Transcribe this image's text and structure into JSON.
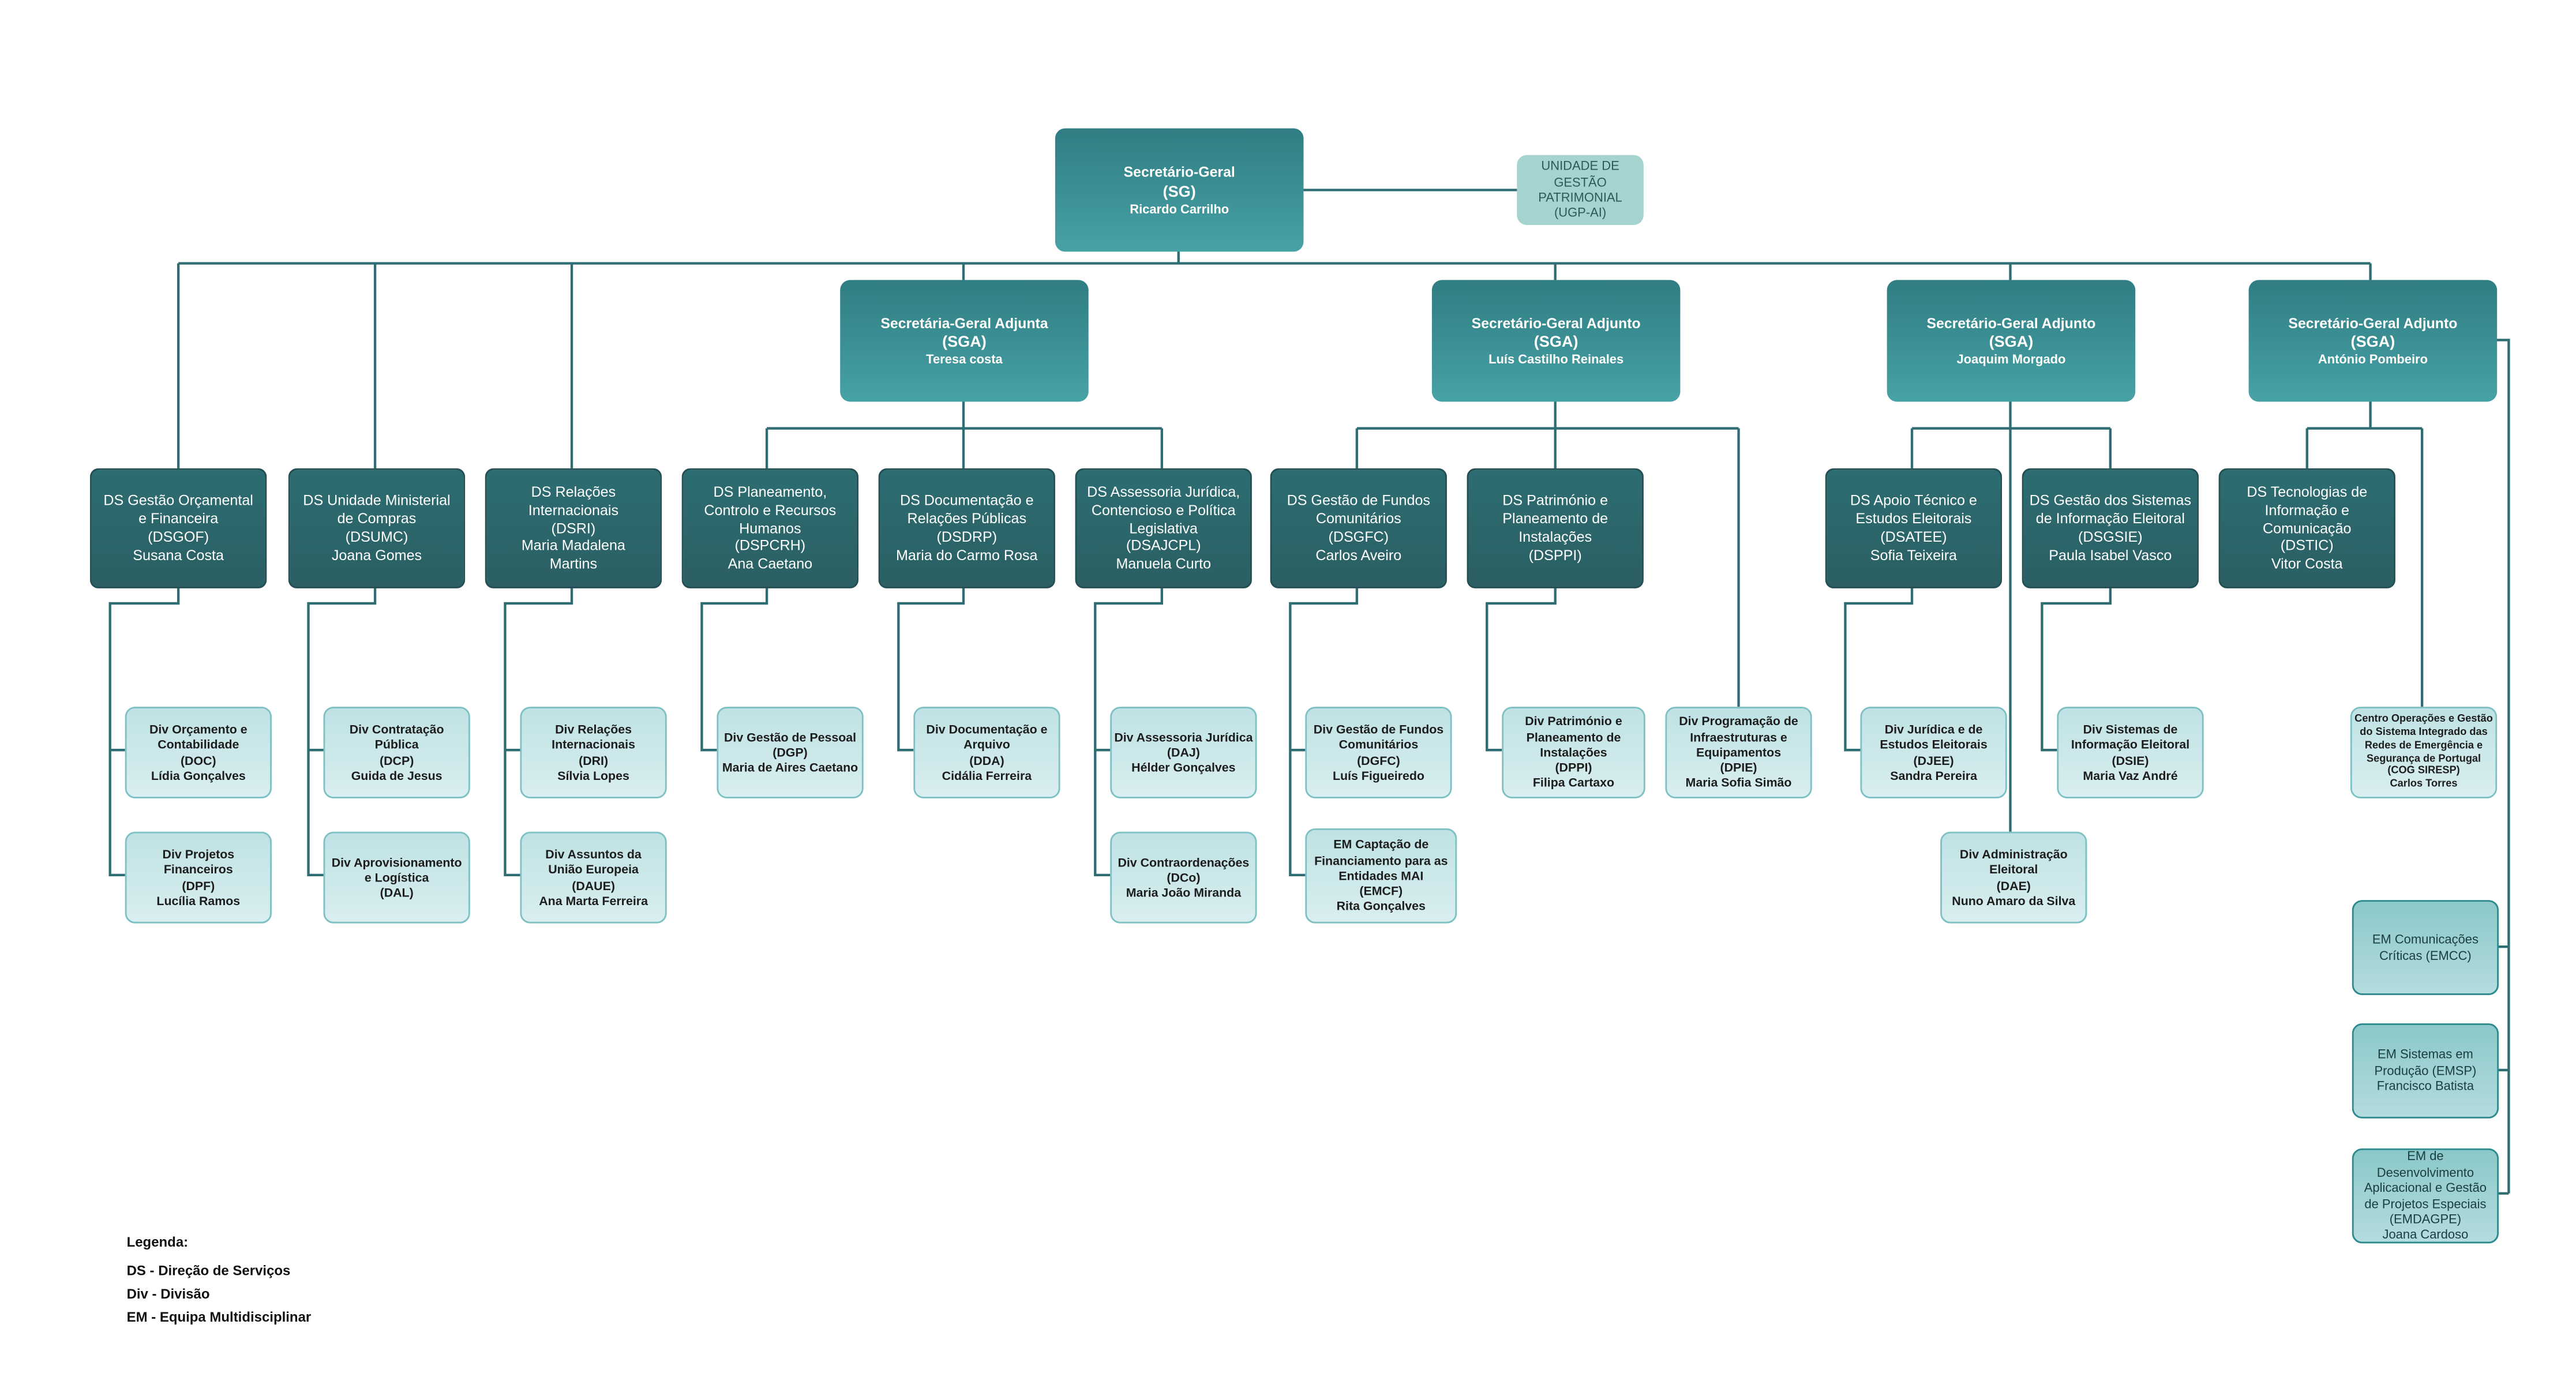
{
  "sg": {
    "l1": "Secretário-Geral",
    "l2": "(SG)",
    "l3": "Ricardo Carrilho"
  },
  "ugp": {
    "lines": [
      "UNIDADE DE",
      "GESTÃO",
      "PATRIMONIAL",
      "(UGP-AI)"
    ]
  },
  "sga": [
    {
      "l1": "Secretária-Geral Adjunta",
      "l2": "(SGA)",
      "l3": "Teresa costa"
    },
    {
      "l1": "Secretário-Geral Adjunto",
      "l2": "(SGA)",
      "l3": "Luís Castilho Reinales"
    },
    {
      "l1": "Secretário-Geral Adjunto",
      "l2": "(SGA)",
      "l3": "Joaquim Morgado"
    },
    {
      "l1": "Secretário-Geral Adjunto",
      "l2": "(SGA)",
      "l3": "António Pombeiro"
    }
  ],
  "ds": [
    {
      "lines": [
        "DS Gestão Orçamental",
        "e Financeira",
        "(DSGOF)",
        "Susana Costa"
      ]
    },
    {
      "lines": [
        "DS Unidade Ministerial",
        "de Compras",
        "(DSUMC)",
        "Joana Gomes"
      ]
    },
    {
      "lines": [
        "DS Relações",
        "Internacionais",
        "(DSRI)",
        "Maria Madalena",
        "Martins"
      ]
    },
    {
      "lines": [
        "DS Planeamento,",
        "Controlo e Recursos",
        "Humanos",
        "(DSPCRH)",
        "Ana Caetano"
      ]
    },
    {
      "lines": [
        "DS Documentação e",
        "Relações Públicas",
        "(DSDRP)",
        "Maria do Carmo Rosa"
      ]
    },
    {
      "lines": [
        "DS Assessoria Jurídica,",
        "Contencioso e Política",
        "Legislativa",
        "(DSAJCPL)",
        "Manuela Curto"
      ]
    },
    {
      "lines": [
        "DS Gestão de Fundos",
        "Comunitários",
        "(DSGFC)",
        "Carlos Aveiro"
      ]
    },
    {
      "lines": [
        "DS Património e",
        "Planeamento de",
        "Instalações",
        "(DSPPI)"
      ]
    },
    {
      "lines": [
        "DS Apoio Técnico e",
        "Estudos Eleitorais",
        "(DSATEE)",
        "Sofia Teixeira"
      ]
    },
    {
      "lines": [
        "DS Gestão dos Sistemas",
        "de Informação Eleitoral",
        "(DSGSIE)",
        "Paula Isabel Vasco"
      ]
    },
    {
      "lines": [
        "DS Tecnologias de",
        "Informação e",
        "Comunicação",
        "(DSTIC)",
        "Vitor Costa"
      ]
    }
  ],
  "divs": [
    {
      "lines": [
        "Div Orçamento e",
        "Contabilidade",
        "(DOC)",
        "Lídia Gonçalves"
      ]
    },
    {
      "lines": [
        "Div Projetos",
        "Financeiros",
        "(DPF)",
        "Lucília Ramos"
      ]
    },
    {
      "lines": [
        "Div Contratação",
        "Pública",
        "(DCP)",
        "Guida de Jesus"
      ]
    },
    {
      "lines": [
        "Div Aprovisionamento",
        "e Logística",
        "(DAL)"
      ]
    },
    {
      "lines": [
        "Div Relações",
        "Internacionais",
        "(DRI)",
        "Sílvia Lopes"
      ]
    },
    {
      "lines": [
        "Div Assuntos da",
        "União Europeia",
        "(DAUE)",
        "Ana Marta Ferreira"
      ]
    },
    {
      "lines": [
        "Div Gestão de Pessoal",
        "(DGP)",
        "Maria de Aires Caetano"
      ]
    },
    {
      "lines": [
        "Div Documentação e",
        "Arquivo",
        "(DDA)",
        "Cidália Ferreira"
      ]
    },
    {
      "lines": [
        "Div Assessoria Jurídica",
        "(DAJ)",
        "Hélder Gonçalves"
      ]
    },
    {
      "lines": [
        "Div Contraordenações",
        "(DCo)",
        "Maria João Miranda"
      ]
    },
    {
      "lines": [
        "Div Gestão de Fundos",
        "Comunitários",
        "(DGFC)",
        "Luís Figueiredo"
      ]
    },
    {
      "lines": [
        "EM Captação de",
        "Financiamento para as",
        "Entidades MAI",
        "(EMCF)",
        "Rita Gonçalves"
      ]
    },
    {
      "lines": [
        "Div Património e",
        "Planeamento de",
        "Instalações",
        "(DPPI)",
        "Filipa Cartaxo"
      ]
    },
    {
      "lines": [
        "Div Programação de",
        "Infraestruturas e",
        "Equipamentos",
        "(DPIE)",
        "Maria Sofia Simão"
      ]
    },
    {
      "lines": [
        "Div Jurídica e de",
        "Estudos Eleitorais",
        "(DJEE)",
        "Sandra Pereira"
      ]
    },
    {
      "lines": [
        "Div Administração",
        "Eleitoral",
        "(DAE)",
        "Nuno Amaro da Silva"
      ]
    },
    {
      "lines": [
        "Div Sistemas de",
        "Informação Eleitoral",
        "(DSIE)",
        "Maria Vaz André"
      ]
    },
    {
      "lines": [
        "Centro Operações e Gestão",
        "do Sistema Integrado das",
        "Redes de Emergência e",
        "Segurança de Portugal",
        "(COG SIRESP)",
        "Carlos Torres"
      ]
    }
  ],
  "ems": [
    {
      "lines": [
        "EM Comunicações",
        "Críticas (EMCC)"
      ]
    },
    {
      "lines": [
        "EM Sistemas em",
        "Produção (EMSP)",
        "Francisco Batista"
      ]
    },
    {
      "lines": [
        "EM de",
        "Desenvolvimento",
        "Aplicacional e Gestão",
        "de Projetos Especiais",
        "(EMDAGPE)",
        "Joana Cardoso"
      ]
    }
  ],
  "legend": {
    "title": "Legenda:",
    "items": [
      "DS - Direção de Serviços",
      "Div - Divisão",
      "EM - Equipa Multidisciplinar"
    ]
  },
  "colors": {
    "connector": "#2e6e72",
    "top": "#3a9398",
    "ds": "#2b6367",
    "div": "#cce8ea",
    "em": "#9fd2d3"
  }
}
